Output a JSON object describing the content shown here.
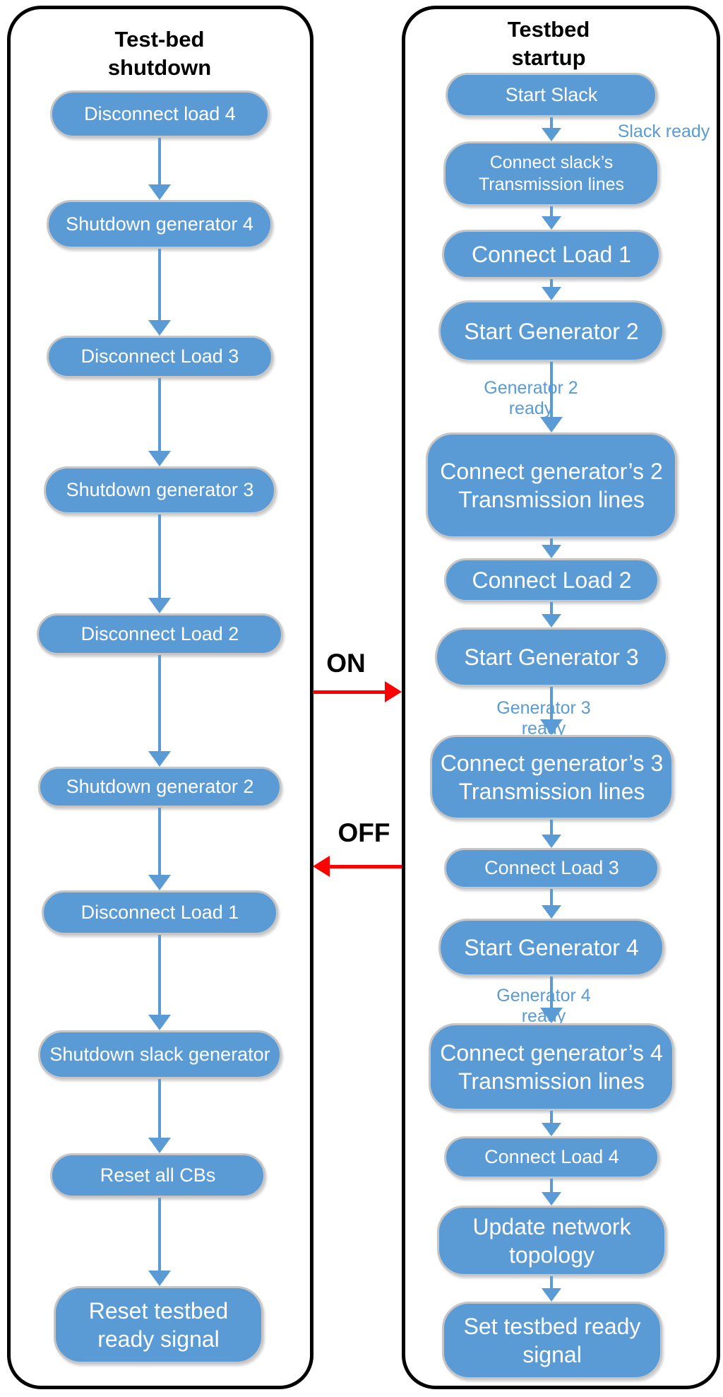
{
  "diagram": {
    "shutdown_panel": {
      "title": "Test-bed\nshutdown",
      "nodes": [
        {
          "label": "Disconnect load 4"
        },
        {
          "label": "Shutdown generator 4"
        },
        {
          "label": "Disconnect Load 3"
        },
        {
          "label": "Shutdown generator 3"
        },
        {
          "label": "Disconnect Load 2"
        },
        {
          "label": "Shutdown generator 2"
        },
        {
          "label": "Disconnect Load 1"
        },
        {
          "label": "Shutdown slack generator"
        },
        {
          "label": "Reset all CBs"
        },
        {
          "label": "Reset testbed\nready signal"
        }
      ]
    },
    "startup_panel": {
      "title": "Testbed\nstartup",
      "nodes": [
        {
          "label": "Start Slack"
        },
        {
          "label": "Connect slack’s\nTransmission lines"
        },
        {
          "label": "Connect Load 1"
        },
        {
          "label": "Start Generator 2"
        },
        {
          "label": "Connect generator’s 2\nTransmission lines"
        },
        {
          "label": "Connect Load 2"
        },
        {
          "label": "Start Generator 3"
        },
        {
          "label": "Connect generator’s 3\nTransmission lines"
        },
        {
          "label": "Connect Load 3"
        },
        {
          "label": "Start Generator 4"
        },
        {
          "label": "Connect generator’s 4\nTransmission lines"
        },
        {
          "label": "Connect Load 4"
        },
        {
          "label": "Update network\ntopology"
        },
        {
          "label": "Set testbed ready\nsignal"
        }
      ],
      "event_labels": [
        {
          "text": "Slack ready"
        },
        {
          "text": "Generator 2 ready"
        },
        {
          "text": "Generator 3 ready"
        },
        {
          "text": "Generator 4 ready"
        }
      ]
    },
    "transitions": {
      "on_label": "ON",
      "off_label": "OFF"
    },
    "colors": {
      "node_fill": "#5B9BD5",
      "node_border": "#C6C6C6",
      "node_text": "#FFFFFF",
      "flow_arrow": "#5B9BD5",
      "event_label_text": "#5B9BD5",
      "transition_arrow": "#FF0000",
      "panel_border": "#000000",
      "title_text": "#000000"
    }
  }
}
